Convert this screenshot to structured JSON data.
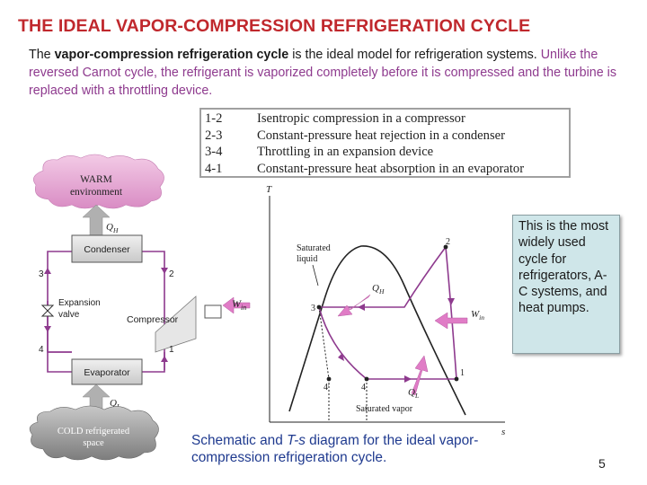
{
  "title": "THE IDEAL VAPOR-COMPRESSION REFRIGERATION CYCLE",
  "intro": {
    "part1": "The ",
    "bold": "vapor-compression refrigeration cycle",
    "part2": " is the ideal model for refrigeration systems. ",
    "purple": "Unlike the reversed Carnot cycle, the refrigerant is vaporized completely before it is compressed and the turbine is replaced with a throttling device."
  },
  "processes": [
    {
      "num": "1-2",
      "desc": "Isentropic compression in a compressor"
    },
    {
      "num": "2-3",
      "desc": "Constant-pressure heat rejection in a condenser"
    },
    {
      "num": "3-4",
      "desc": "Throttling in an expansion device"
    },
    {
      "num": "4-1",
      "desc": "Constant-pressure heat absorption in an evaporator"
    }
  ],
  "schematic": {
    "warm_line1": "WARM",
    "warm_line2": "environment",
    "qh": "Q",
    "qh_sub": "H",
    "condenser": "Condenser",
    "evaporator": "Evaporator",
    "expansion1": "Expansion",
    "expansion2": "valve",
    "compressor": "Compressor",
    "win": "W",
    "win_sub": "in",
    "ql": "Q",
    "ql_sub": "L",
    "cold_line1": "COLD refrigerated",
    "cold_line2": "space",
    "n1": "1",
    "n2": "2",
    "n3": "3",
    "n4": "4"
  },
  "ts": {
    "t": "T",
    "s": "s",
    "sat_liquid1": "Saturated",
    "sat_liquid2": "liquid",
    "sat_vapor": "Saturated vapor",
    "qh": "Q",
    "qh_sub": "H",
    "win": "W",
    "win_sub": "in",
    "ql": "Q",
    "ql_sub": "L",
    "p1": "1",
    "p2": "2",
    "p3": "3",
    "p4": "4",
    "p4p": "4′"
  },
  "note": "This is the most widely used cycle for refrigerators, A-C systems, and heat pumps.",
  "caption": {
    "part1": "Schematic and ",
    "italic": "T-s",
    "part2": " diagram for the ideal vapor-compression refrigeration cycle."
  },
  "page_number": "5",
  "colors": {
    "title": "#c0282d",
    "purple_text": "#8e3a8e",
    "caption": "#1f3a8f",
    "line": "#8e3a8e",
    "note_bg": "#cfe6e9",
    "warm_cloud": "#e6a3d3",
    "cold_cloud": "#9a9a9a"
  }
}
